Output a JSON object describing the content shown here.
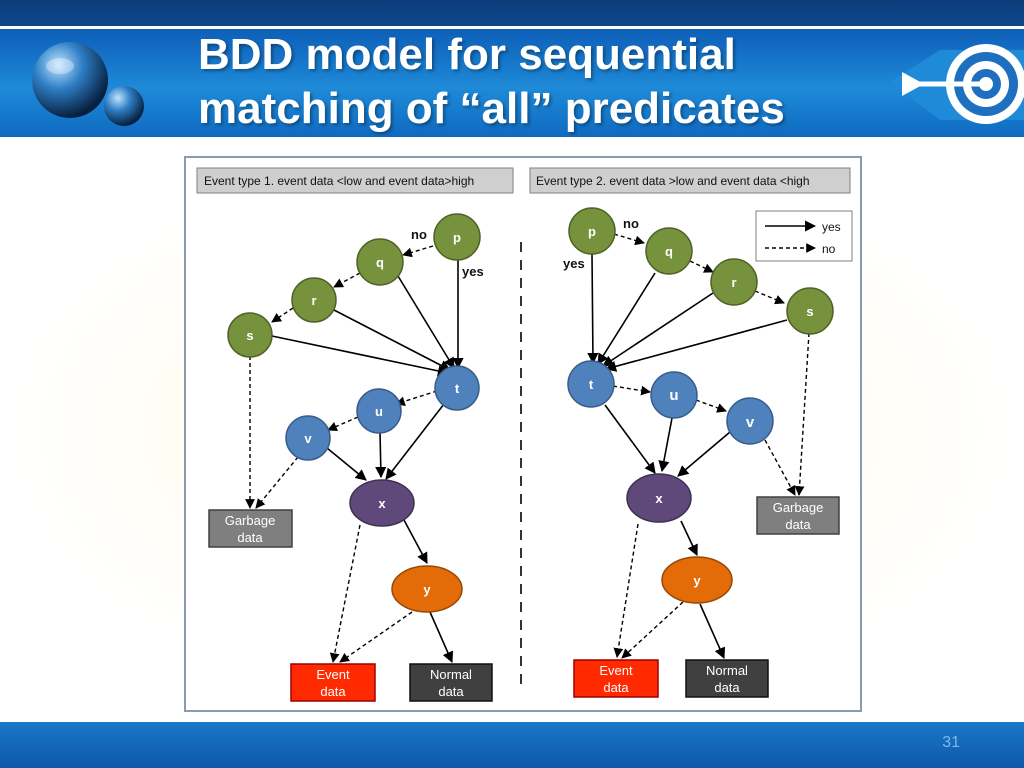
{
  "slide": {
    "title_line1": "BDD model for sequential",
    "title_line2": "matching of “all” predicates",
    "page_number": "31"
  },
  "colors": {
    "green_node": "#76923c",
    "blue_node": "#4f81bd",
    "purple_node": "#5f497a",
    "orange_node": "#e36c09",
    "garbage_box": "#7f7f7f",
    "event_box": "#ff2a00",
    "normal_box": "#404040"
  },
  "legend": {
    "yes": "yes",
    "no": "no"
  },
  "left": {
    "header": "Event type 1.  event data <low and event data>high",
    "nodes": {
      "p": "p",
      "q": "q",
      "r": "r",
      "s": "s",
      "t": "t",
      "u": "u",
      "v": "v",
      "x": "x",
      "y": "y"
    },
    "edge_no": "no",
    "edge_yes": "yes",
    "garbage": [
      "Garbage",
      "data"
    ],
    "event": [
      "Event",
      "data"
    ],
    "normal": [
      "Normal",
      "data"
    ]
  },
  "right": {
    "header": "Event type 2.  event data >low and event data <high",
    "nodes": {
      "p": "p",
      "q": "q",
      "r": "r",
      "s": "s",
      "t": "t",
      "u": "u",
      "v": "v",
      "x": "x",
      "y": "y"
    },
    "edge_no": "no",
    "edge_yes": "yes",
    "garbage": [
      "Garbage",
      "data"
    ],
    "event": [
      "Event",
      "data"
    ],
    "normal": [
      "Normal",
      "data"
    ]
  }
}
